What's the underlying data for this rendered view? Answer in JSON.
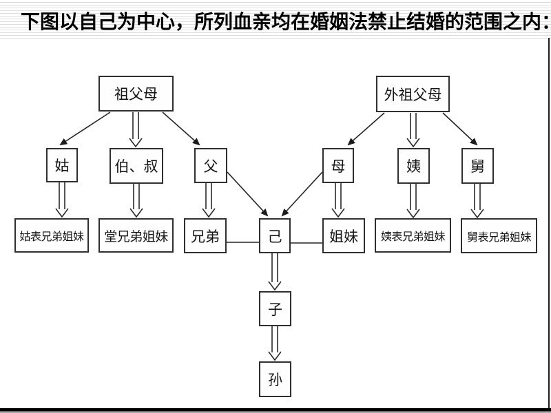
{
  "title": "下图以自己为中心，所列血亲均在婚姻法禁止结婚的范围之内：",
  "colors": {
    "background": "#ffffff",
    "line": "#242424",
    "box_border": "#2f2f2f",
    "title_text": "#000000",
    "bottom_bar": "#000000"
  },
  "diagram": {
    "nodes": [
      {
        "id": "grandparents-paternal",
        "label": "祖父母"
      },
      {
        "id": "grandparents-maternal",
        "label": "外祖父母"
      },
      {
        "id": "paternal-aunt",
        "label": "姑"
      },
      {
        "id": "paternal-uncles",
        "label": "伯、叔"
      },
      {
        "id": "father",
        "label": "父"
      },
      {
        "id": "mother",
        "label": "母"
      },
      {
        "id": "maternal-aunt",
        "label": "姨"
      },
      {
        "id": "maternal-uncle",
        "label": "舅"
      },
      {
        "id": "paternal-aunt-cousins",
        "label": "姑表兄弟姐妹"
      },
      {
        "id": "paternal-cousins",
        "label": "堂兄弟姐妹"
      },
      {
        "id": "brothers",
        "label": "兄弟"
      },
      {
        "id": "self",
        "label": "己"
      },
      {
        "id": "sisters",
        "label": "姐妹"
      },
      {
        "id": "maternal-aunt-cousins",
        "label": "姨表兄弟姐妹"
      },
      {
        "id": "maternal-uncle-cousins",
        "label": "舅表兄弟姐妹"
      },
      {
        "id": "son",
        "label": "子"
      },
      {
        "id": "grandson",
        "label": "孙"
      }
    ],
    "edges": [
      {
        "from": "祖父母",
        "to": "姑",
        "type": "solid-arrow"
      },
      {
        "from": "祖父母",
        "to": "伯、叔",
        "type": "double-line-arrow"
      },
      {
        "from": "祖父母",
        "to": "父",
        "type": "solid-arrow"
      },
      {
        "from": "外祖父母",
        "to": "母",
        "type": "solid-arrow"
      },
      {
        "from": "外祖父母",
        "to": "姨",
        "type": "double-line-arrow"
      },
      {
        "from": "外祖父母",
        "to": "舅",
        "type": "solid-arrow"
      },
      {
        "from": "姑",
        "to": "姑表兄弟姐妹",
        "type": "double-line-arrow"
      },
      {
        "from": "伯、叔",
        "to": "堂兄弟姐妹",
        "type": "double-line-arrow"
      },
      {
        "from": "父",
        "to": "兄弟",
        "type": "double-line-arrow"
      },
      {
        "from": "父",
        "to": "己",
        "type": "solid-arrow"
      },
      {
        "from": "母",
        "to": "己",
        "type": "solid-arrow"
      },
      {
        "from": "母",
        "to": "姐妹",
        "type": "double-line-arrow"
      },
      {
        "from": "姨",
        "to": "姨表兄弟姐妹",
        "type": "double-line-arrow"
      },
      {
        "from": "舅",
        "to": "舅表兄弟姐妹",
        "type": "double-line-arrow"
      },
      {
        "from": "兄弟",
        "to": "己",
        "type": "plain-line"
      },
      {
        "from": "己",
        "to": "姐妹",
        "type": "plain-line"
      },
      {
        "from": "己",
        "to": "子",
        "type": "double-line-arrow"
      },
      {
        "from": "子",
        "to": "孙",
        "type": "double-line-arrow"
      }
    ]
  }
}
